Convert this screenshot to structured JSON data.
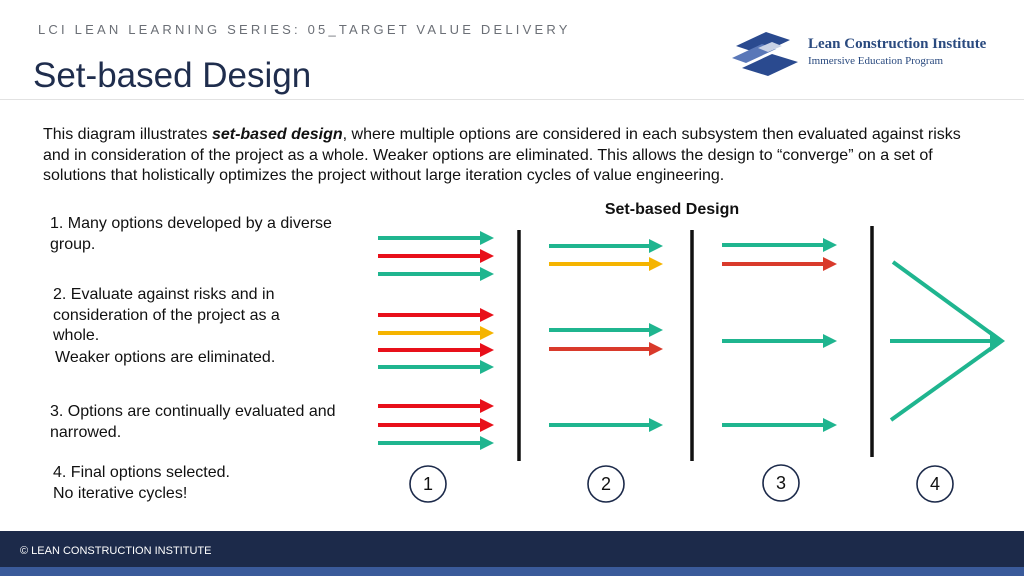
{
  "header": {
    "series": "LCI LEAN LEARNING SERIES: 05_TARGET VALUE DELIVERY",
    "title": "Set-based Design"
  },
  "logo": {
    "name": "Lean Construction Institute",
    "subtitle": "Immersive Education Program",
    "icon": "lci-logo-icon"
  },
  "intro": {
    "prefix": "This diagram illustrates ",
    "emphasis": "set-based design",
    "suffix": ", where multiple options are considered in each subsystem then evaluated against risks and in consideration of the project as a whole.  Weaker options are eliminated.  This allows the design to “converge” on a set of solutions that holistically optimizes the project without large iteration cycles of value engineering."
  },
  "steps": {
    "s1": "1. Many options developed by a diverse group.",
    "s2": "2. Evaluate against risks and in consideration of the project as a whole.",
    "s2b": "Weaker options are eliminated.",
    "s3": "3. Options are continually evaluated and narrowed.",
    "s4a": "4. Final options selected.",
    "s4b": "No iterative cycles!"
  },
  "diagram": {
    "title": "Set-based Design",
    "colors": {
      "green": "#1fb58f",
      "red": "#e8101a",
      "orange": "#f5b400",
      "darkred": "#d93a2b",
      "line": "#111111"
    },
    "stages": [
      "1",
      "2",
      "3",
      "4"
    ]
  },
  "footer": {
    "copyright": "© LEAN CONSTRUCTION INSTITUTE"
  }
}
